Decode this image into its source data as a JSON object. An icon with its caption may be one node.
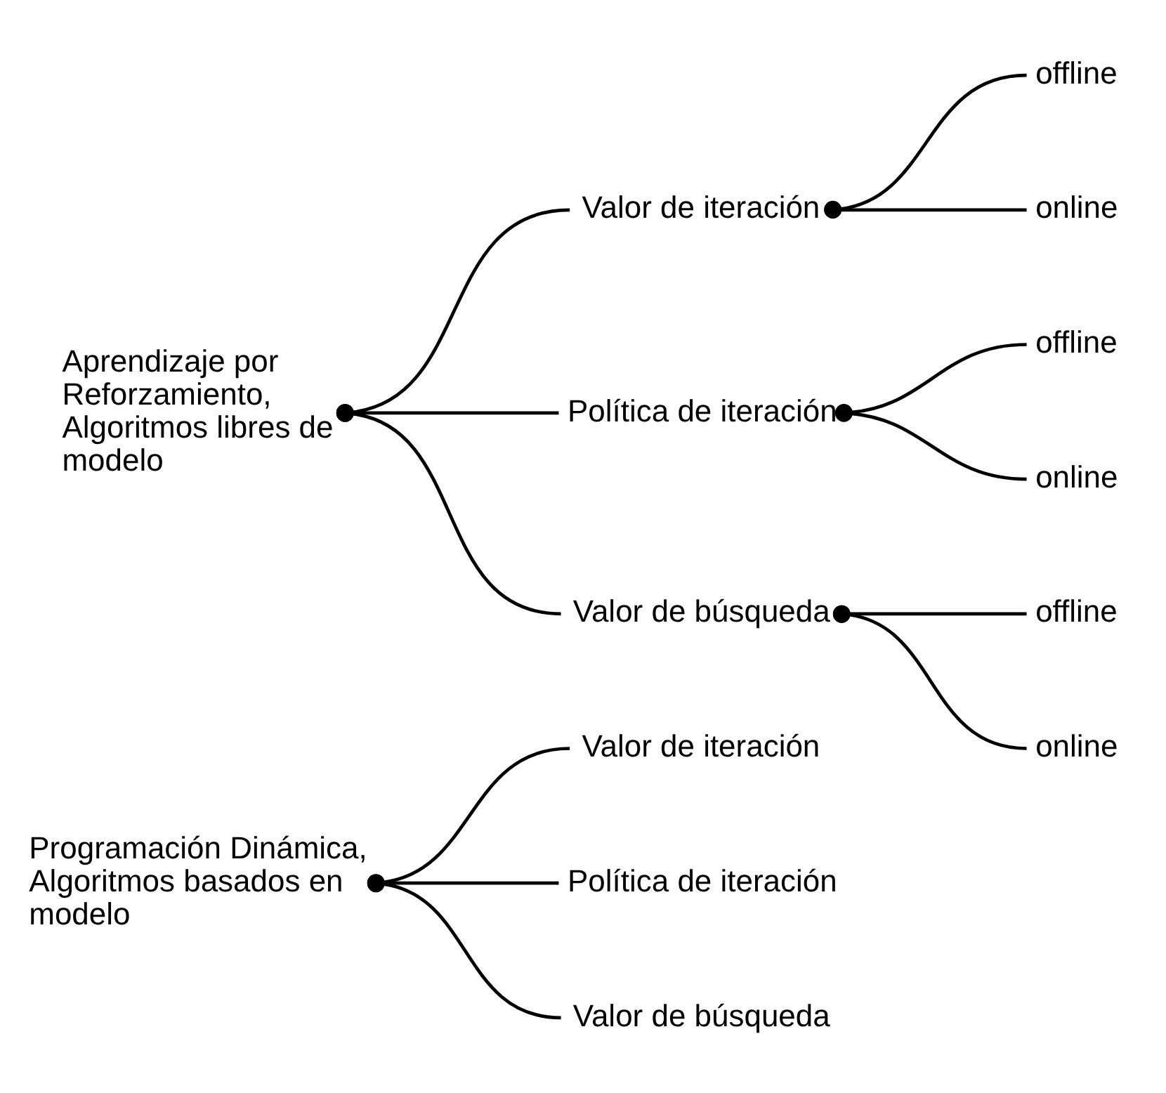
{
  "diagram": {
    "nodes": [
      {
        "text": [
          "Programación Dinámica, Algoritmos basados en modelo"
        ]
      },
      {
        "text": [
          "Valor de iteración"
        ]
      },
      {
        "text": [
          "Política de iteración"
        ]
      },
      {
        "text": [
          "Valor de búsqueda"
        ]
      },
      {
        "text": [
          "Aprendizaje por Reforzamiento, Algoritmos libres de modelo"
        ]
      },
      {
        "text": [
          "Valor de iteración"
        ]
      },
      {
        "text": [
          "offline"
        ]
      },
      {
        "text": [
          "online"
        ]
      },
      {
        "text": [
          "Política de iteración"
        ]
      },
      {
        "text": [
          "offline"
        ]
      },
      {
        "text": [
          "online"
        ]
      },
      {
        "text": [
          "Valor de búsqueda"
        ]
      },
      {
        "text": [
          "offline"
        ]
      },
      {
        "text": [
          "online"
        ]
      }
    ],
    "edges": [
      {
        "from": 0,
        "to": 1,
        "arrow": "other"
      },
      {
        "from": 0,
        "to": 2,
        "arrow": "other"
      },
      {
        "from": 0,
        "to": 3,
        "arrow": "other"
      },
      {
        "from": 4,
        "to": 5,
        "arrow": "other"
      },
      {
        "from": 4,
        "to": 8,
        "arrow": "other"
      },
      {
        "from": 4,
        "to": 11,
        "arrow": "other"
      },
      {
        "from": 5,
        "to": 6,
        "arrow": "other"
      },
      {
        "from": 5,
        "to": 7,
        "arrow": "other"
      },
      {
        "from": 8,
        "to": 9,
        "arrow": "other"
      },
      {
        "from": 8,
        "to": 10,
        "arrow": "other"
      },
      {
        "from": 11,
        "to": 12,
        "arrow": "other"
      },
      {
        "from": 11,
        "to": 13,
        "arrow": "other"
      }
    ]
  }
}
